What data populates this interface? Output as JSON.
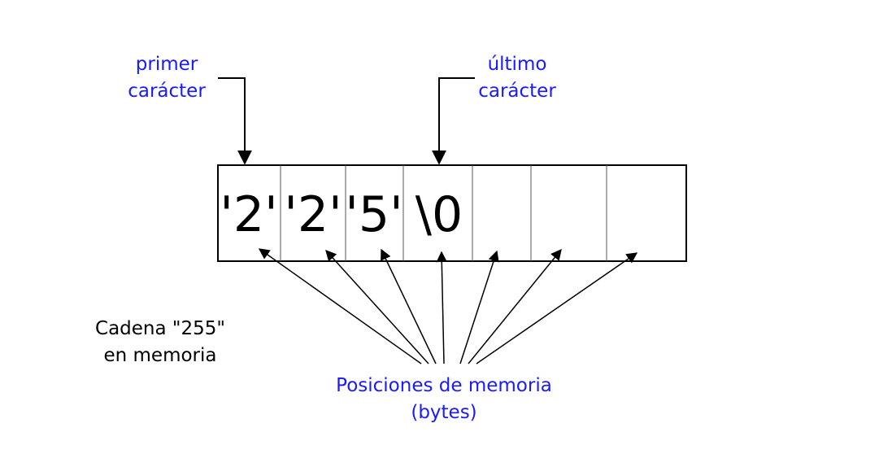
{
  "labels": {
    "first_char": [
      "primer",
      "carácter"
    ],
    "last_char": [
      "último",
      "carácter"
    ],
    "caption": [
      "Cadena \"255\"",
      "en memoria"
    ],
    "memory_positions": [
      "Posiciones de memoria",
      "(bytes)"
    ]
  },
  "cells": [
    "'2'",
    "'2'",
    "'5'",
    "\\0",
    "",
    "",
    ""
  ],
  "colors": {
    "label_blue": "#1a1aff",
    "stroke": "#000000",
    "cell_border": "#555555"
  }
}
